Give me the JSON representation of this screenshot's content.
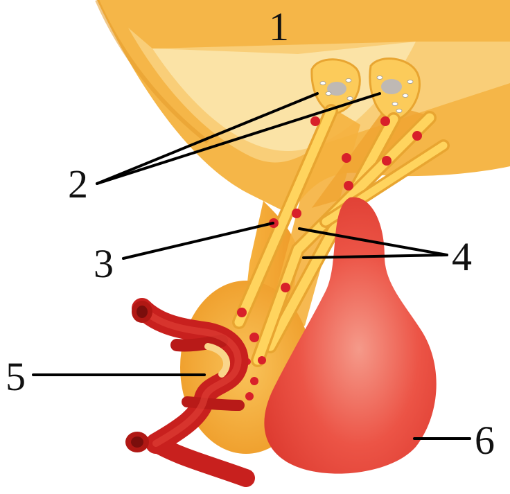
{
  "diagram": {
    "labels": [
      {
        "id": "label-1",
        "text": "1"
      },
      {
        "id": "label-2",
        "text": "2"
      },
      {
        "id": "label-3",
        "text": "3"
      },
      {
        "id": "label-4",
        "text": "4"
      },
      {
        "id": "label-5",
        "text": "5"
      },
      {
        "id": "label-6",
        "text": "6"
      }
    ],
    "colors": {
      "hypothalamus": "#F6C36A",
      "tissue_light": "#FAD58A",
      "nerve_fiber": "#FFD25A",
      "neurosecretory_granule": "#D8202A",
      "blood_vessel": "#C8201E",
      "adenohypophysis": "#E8463A",
      "outline_line": "#000000"
    }
  }
}
